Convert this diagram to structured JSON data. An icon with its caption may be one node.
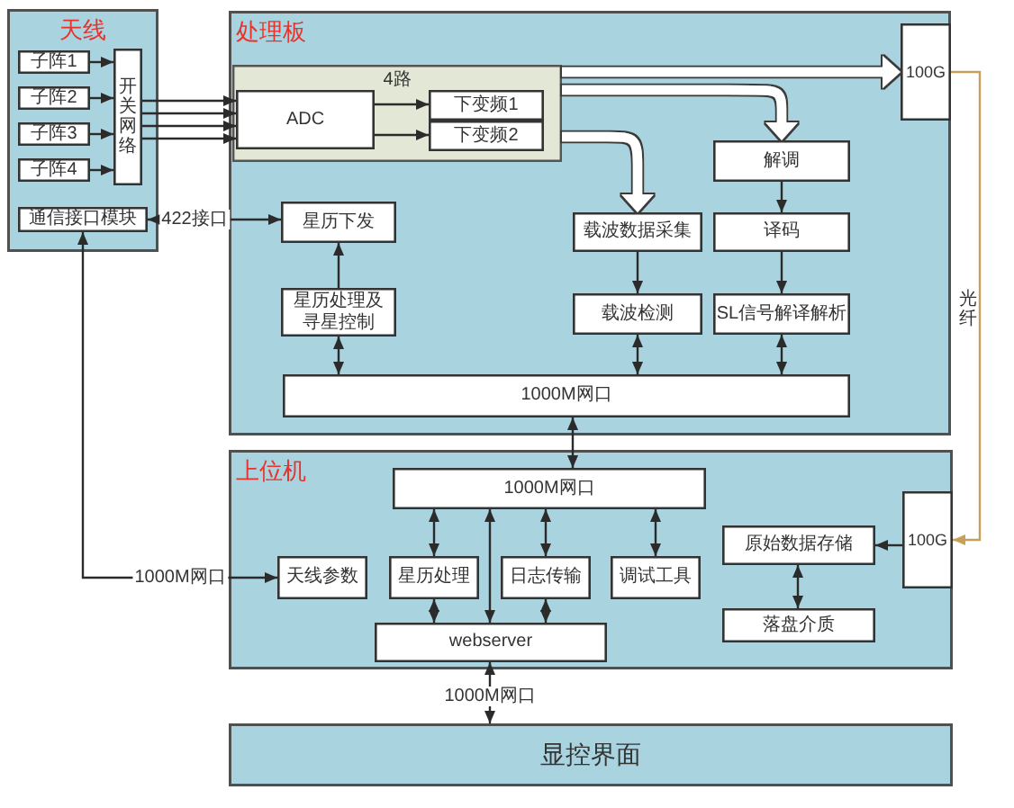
{
  "diagram": {
    "nodes": [
      {
        "text": [
          "天线"
        ]
      },
      {
        "text": [
          "子阵1"
        ],
        "in": 0
      },
      {
        "text": [
          "子阵2"
        ],
        "in": 0
      },
      {
        "text": [
          "子阵3"
        ],
        "in": 0
      },
      {
        "text": [
          "子阵4"
        ],
        "in": 0
      },
      {
        "text": [
          "开关网络"
        ],
        "in": 0
      },
      {
        "text": [
          "通信接口模块"
        ],
        "in": 0
      },
      {
        "text": [
          "处理板"
        ]
      },
      {
        "text": [
          "4路"
        ],
        "in": 7
      },
      {
        "text": [
          "ADC"
        ],
        "in": 8
      },
      {
        "text": [
          "下变频1"
        ],
        "in": 8
      },
      {
        "text": [
          "下变频2"
        ],
        "in": 8
      },
      {
        "text": [
          "100G"
        ],
        "in": 7
      },
      {
        "text": [
          "解调"
        ],
        "in": 7
      },
      {
        "text": [
          "星历下发"
        ],
        "in": 7
      },
      {
        "text": [
          "载波数据采集"
        ],
        "in": 7
      },
      {
        "text": [
          "译码"
        ],
        "in": 7
      },
      {
        "text": [
          "星历处理及寻星控制"
        ],
        "in": 7
      },
      {
        "text": [
          "载波检测"
        ],
        "in": 7
      },
      {
        "text": [
          "SL信号解译解析"
        ],
        "in": 7
      },
      {
        "text": [
          "1000M网口"
        ],
        "in": 7
      },
      {
        "text": [
          "上位机"
        ]
      },
      {
        "text": [
          "1000M网口"
        ],
        "in": 21
      },
      {
        "text": [
          "原始数据存储"
        ],
        "in": 21
      },
      {
        "text": [
          "100G"
        ],
        "in": 21
      },
      {
        "text": [
          "天线参数"
        ],
        "in": 21
      },
      {
        "text": [
          "星历处理"
        ],
        "in": 21
      },
      {
        "text": [
          "日志传输"
        ],
        "in": 21
      },
      {
        "text": [
          "调试工具"
        ],
        "in": 21
      },
      {
        "text": [
          "落盘介质"
        ],
        "in": 21
      },
      {
        "text": [
          "webserver"
        ],
        "in": 21
      },
      {
        "text": [
          "显控界面"
        ]
      }
    ],
    "edges": [
      {
        "from": 1,
        "to": 5,
        "arrow": "to"
      },
      {
        "from": 2,
        "to": 5,
        "arrow": "to"
      },
      {
        "from": 3,
        "to": 5,
        "arrow": "to"
      },
      {
        "from": 4,
        "to": 5,
        "arrow": "to"
      },
      {
        "from": 5,
        "to": 9,
        "arrow": "to"
      },
      {
        "from": 5,
        "to": 9,
        "arrow": "to"
      },
      {
        "from": 5,
        "to": 9,
        "arrow": "to"
      },
      {
        "from": 5,
        "to": 9,
        "arrow": "to"
      },
      {
        "from": 9,
        "to": 10,
        "arrow": "to"
      },
      {
        "from": 9,
        "to": 11,
        "arrow": "to"
      },
      {
        "from": 8,
        "to": 12,
        "arrow": "to",
        "style": "thick",
        "color": "#ffffff"
      },
      {
        "from": 8,
        "to": 13,
        "arrow": "to",
        "style": "thick",
        "color": "#ffffff"
      },
      {
        "from": 8,
        "to": 15,
        "arrow": "to",
        "style": "thick",
        "color": "#ffffff"
      },
      {
        "from": 6,
        "to": 14,
        "arrow": "both",
        "label": "422接口"
      },
      {
        "from": 17,
        "to": 14,
        "arrow": "to"
      },
      {
        "from": 17,
        "to": 20,
        "arrow": "both"
      },
      {
        "from": 15,
        "to": 18,
        "arrow": "to"
      },
      {
        "from": 18,
        "to": 20,
        "arrow": "both"
      },
      {
        "from": 13,
        "to": 16,
        "arrow": "to"
      },
      {
        "from": 16,
        "to": 19,
        "arrow": "to"
      },
      {
        "from": 19,
        "to": 20,
        "arrow": "both"
      },
      {
        "from": 20,
        "to": 22,
        "arrow": "both"
      },
      {
        "from": 12,
        "to": 24,
        "arrow": "to",
        "label": "光纤",
        "color": "#c8a05a"
      },
      {
        "from": 6,
        "to": 25,
        "arrow": "both",
        "label": "1000M网口"
      },
      {
        "from": 22,
        "to": 26,
        "arrow": "both"
      },
      {
        "from": 22,
        "to": 30,
        "arrow": "both"
      },
      {
        "from": 22,
        "to": 27,
        "arrow": "both"
      },
      {
        "from": 22,
        "to": 28,
        "arrow": "both"
      },
      {
        "from": 26,
        "to": 30,
        "arrow": "both"
      },
      {
        "from": 27,
        "to": 30,
        "arrow": "both"
      },
      {
        "from": 24,
        "to": 23,
        "arrow": "to"
      },
      {
        "from": 23,
        "to": 29,
        "arrow": "both"
      },
      {
        "from": 30,
        "to": 31,
        "arrow": "both",
        "label": "1000M网口"
      }
    ]
  }
}
